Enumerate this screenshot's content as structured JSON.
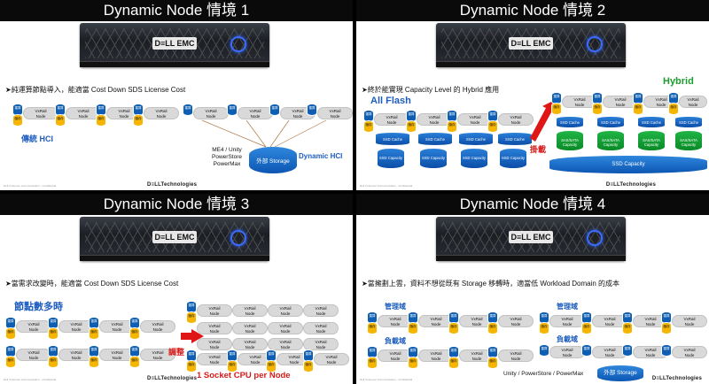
{
  "panels": [
    {
      "title": "Dynamic Node 情境 1",
      "bullet": "純運算節點導入，能適當 Cost Down SDS License Cost",
      "label_left": "傳統 HCI",
      "label_right": "Dynamic HCI",
      "storage_list": [
        "ME4 / Unity",
        "PowerStore",
        "PowerMax"
      ],
      "storage_label": "外部 Storage",
      "footer": "Dell Customer Communication - Confidential",
      "brand": "D≡LLTechnologies"
    },
    {
      "title": "Dynamic Node 情境 2",
      "bullet": "終於能實現 Capacity Level 的 Hybrid 應用",
      "label_left": "All Flash",
      "label_right": "Hybrid",
      "mount_label": "掛載",
      "ssd_cache": "SSD Cache",
      "ssd_capacity": "SSD Capacity",
      "sas_capacity": "SAS/SATA Capacity",
      "shared_capacity": "SSD Capacity",
      "footer": "Dell Customer Communication - Confidential",
      "brand": "D≡LLTechnologies"
    },
    {
      "title": "Dynamic Node 情境 3",
      "bullet": "當需求改變時，能適當 Cost Down SDS License Cost",
      "label_left": "節點數多時",
      "adjust_label": "調整",
      "label_bottom": "1 Socket CPU per Node",
      "footer": "Dell Customer Communication - Confidential",
      "brand": "D≡LLTechnologies"
    },
    {
      "title": "Dynamic Node 情境 4",
      "bullet": "當擁劃上雲，資料不想從既有 Storage 移轉時，適當低 Workload Domain 的成本",
      "mgmt_label": "管理域",
      "load_label": "負載域",
      "storage_list": "Unity / PowerStore / PowerMax",
      "storage_label": "外部 Storage",
      "footer": "Dell Customer Communication - Confidential",
      "brand": "D≡LLTechnologies"
    }
  ],
  "node": {
    "name_line1": "VxRail",
    "name_line2": "Node",
    "disk1": "運算",
    "disk2": "儲存"
  },
  "server": {
    "logo": "D≡LL EMC"
  }
}
